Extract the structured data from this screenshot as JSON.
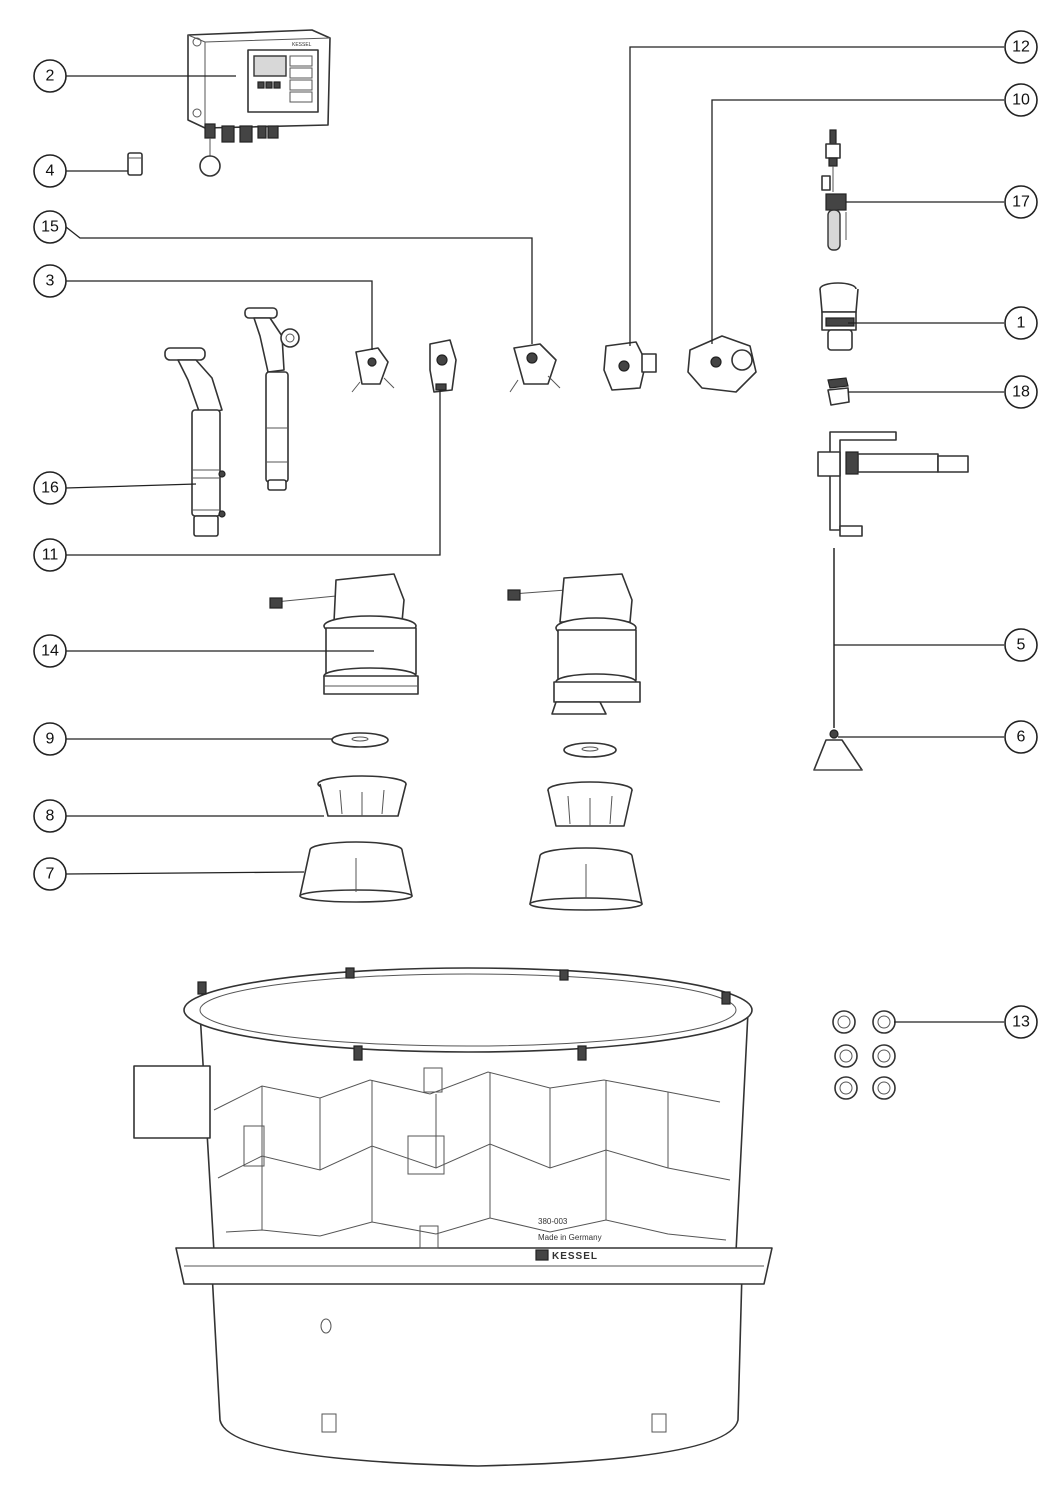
{
  "callouts": [
    {
      "id": "1",
      "label": "1"
    },
    {
      "id": "2",
      "label": "2"
    },
    {
      "id": "3",
      "label": "3"
    },
    {
      "id": "4",
      "label": "4"
    },
    {
      "id": "5",
      "label": "5"
    },
    {
      "id": "6",
      "label": "6"
    },
    {
      "id": "7",
      "label": "7"
    },
    {
      "id": "8",
      "label": "8"
    },
    {
      "id": "9",
      "label": "9"
    },
    {
      "id": "10",
      "label": "10"
    },
    {
      "id": "11",
      "label": "11"
    },
    {
      "id": "12",
      "label": "12"
    },
    {
      "id": "13",
      "label": "13"
    },
    {
      "id": "14",
      "label": "14"
    },
    {
      "id": "15",
      "label": "15"
    },
    {
      "id": "16",
      "label": "16"
    },
    {
      "id": "17",
      "label": "17"
    },
    {
      "id": "18",
      "label": "18"
    }
  ],
  "control_unit": {
    "brand": "KESSEL"
  },
  "tank": {
    "part_number": "380-003",
    "made_in": "Made in Germany",
    "brand": "KESSEL"
  }
}
